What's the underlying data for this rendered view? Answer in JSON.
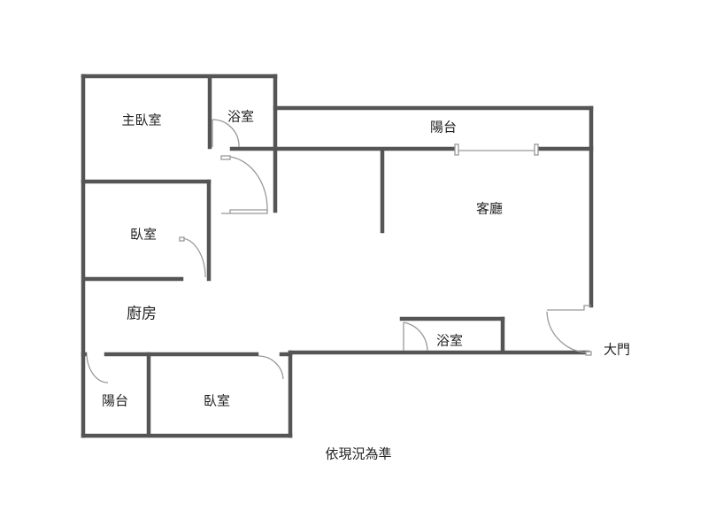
{
  "rooms": {
    "master_bedroom": "主臥室",
    "bathroom_1": "浴室",
    "balcony_1": "陽台",
    "living_room": "客廳",
    "bedroom_1": "臥室",
    "kitchen": "廚房",
    "bathroom_2": "浴室",
    "main_door": "大門",
    "balcony_2": "陽台",
    "bedroom_2": "臥室"
  },
  "note": "依現況為準",
  "colors": {
    "wall": "#555555",
    "door": "#999999"
  }
}
